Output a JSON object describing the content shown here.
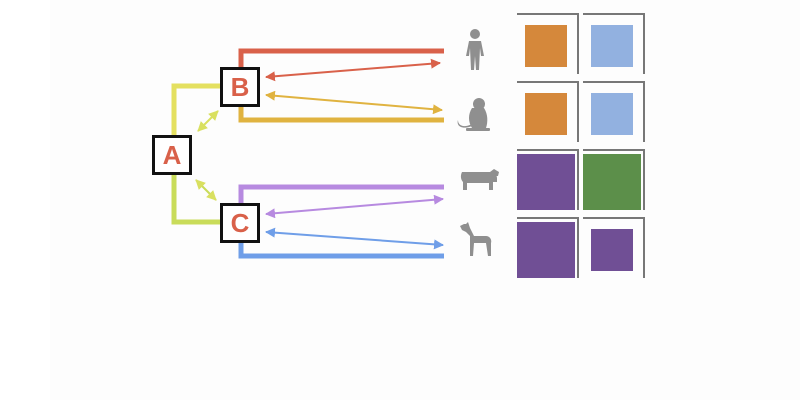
{
  "nodes": {
    "a": "A",
    "b": "B",
    "c": "C"
  },
  "species": [
    {
      "name": "human-icon"
    },
    {
      "name": "monkey-icon"
    },
    {
      "name": "cow-icon"
    },
    {
      "name": "dog-icon"
    }
  ],
  "colors": {
    "red": "#d9614a",
    "orange_yellow": "#e0b340",
    "yellow": "#e4e060",
    "yellow_green": "#c9dc5a",
    "purple_line": "#b78ae0",
    "blue_line": "#6f9ee8",
    "orange_square": "#d5883b",
    "blue_square": "#92b1e0",
    "purple_square": "#704f95",
    "green_square": "#5c8f4a",
    "silhouette": "#8f8f8f"
  },
  "grid": [
    [
      "orange",
      "blue"
    ],
    [
      "orange",
      "blue"
    ],
    [
      "purple",
      "green"
    ],
    [
      "purple",
      "purple-small"
    ]
  ]
}
